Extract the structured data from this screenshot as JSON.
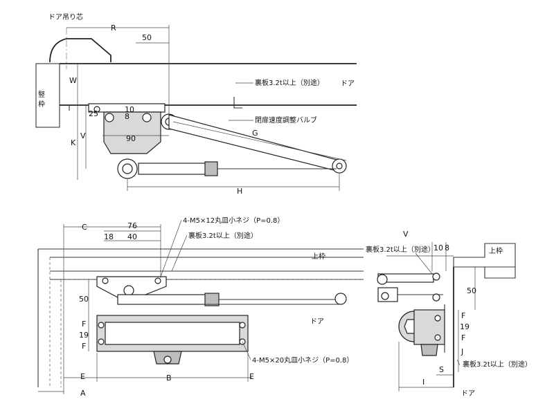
{
  "top_view": {
    "door_pivot_label": "ドア吊り芯",
    "frame_label": "竪枠",
    "door_label": "ドア",
    "backplate_note": "裏板3.2t以上（別途）",
    "valve_label": "閉扉速度調整バルブ",
    "dims": {
      "R": "R",
      "d50": "50",
      "W": "W",
      "d10": "10",
      "d8": "8",
      "d25": "25",
      "V": "V",
      "K": "K",
      "d90": "90",
      "G": "G",
      "H": "H"
    }
  },
  "front_view": {
    "screw_top": "4-M5×12丸皿小ネジ（P=0.8）",
    "backplate_note": "裏板3.2t以上（別途）",
    "frame_label": "上枠",
    "door_label": "ドア",
    "screw_bottom": "4-M5×20丸皿小ネジ（P=0.8）",
    "dims": {
      "C": "C",
      "d76": "76",
      "d18": "18",
      "d40": "40",
      "d50": "50",
      "F": "F",
      "d19": "19",
      "E_left": "E",
      "B": "B",
      "E_right": "E",
      "A": "A"
    }
  },
  "side_view": {
    "backplate_top": "裏板3.2t以上（別途）",
    "frame_label": "上枠",
    "backplate_bottom": "裏板3.2t以上（別途）",
    "door_label": "ドア",
    "dims": {
      "V": "V",
      "d10": "10",
      "d8": "8",
      "d50": "50",
      "F": "F",
      "d19": "19",
      "J": "J",
      "S": "S",
      "I": "I"
    }
  }
}
